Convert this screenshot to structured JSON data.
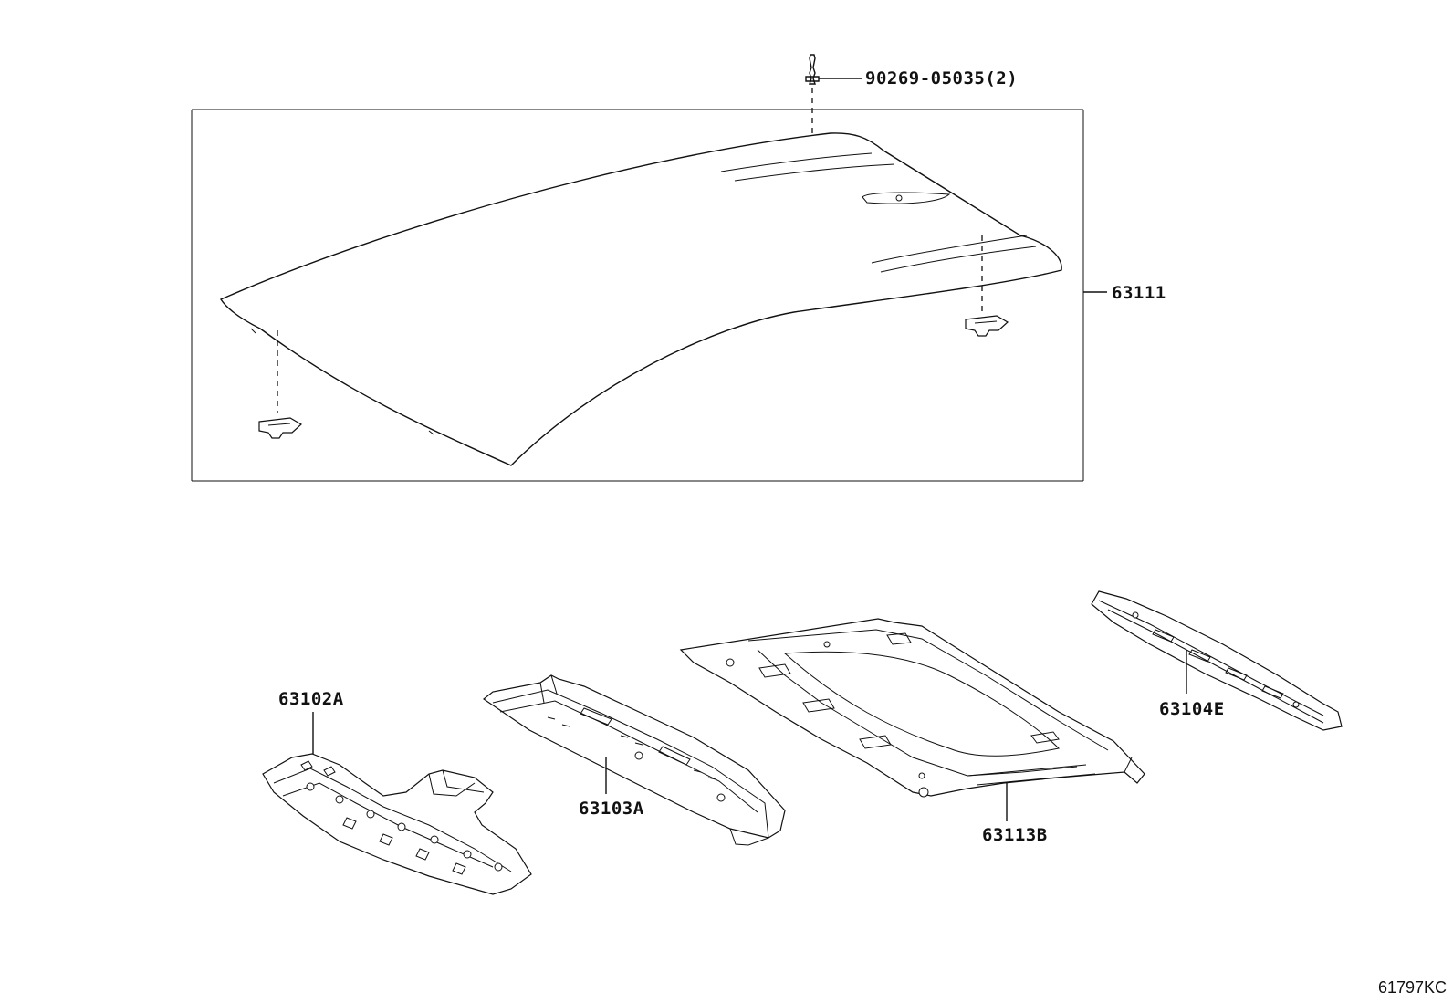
{
  "parts": {
    "bolt": "90269-05035(2)",
    "roof_panel": "63111",
    "front_header": "63102A",
    "roof_bow": "63103A",
    "roof_reinforcement": "63113B",
    "rear_header": "63104E"
  },
  "diagram_code": "61797KC"
}
